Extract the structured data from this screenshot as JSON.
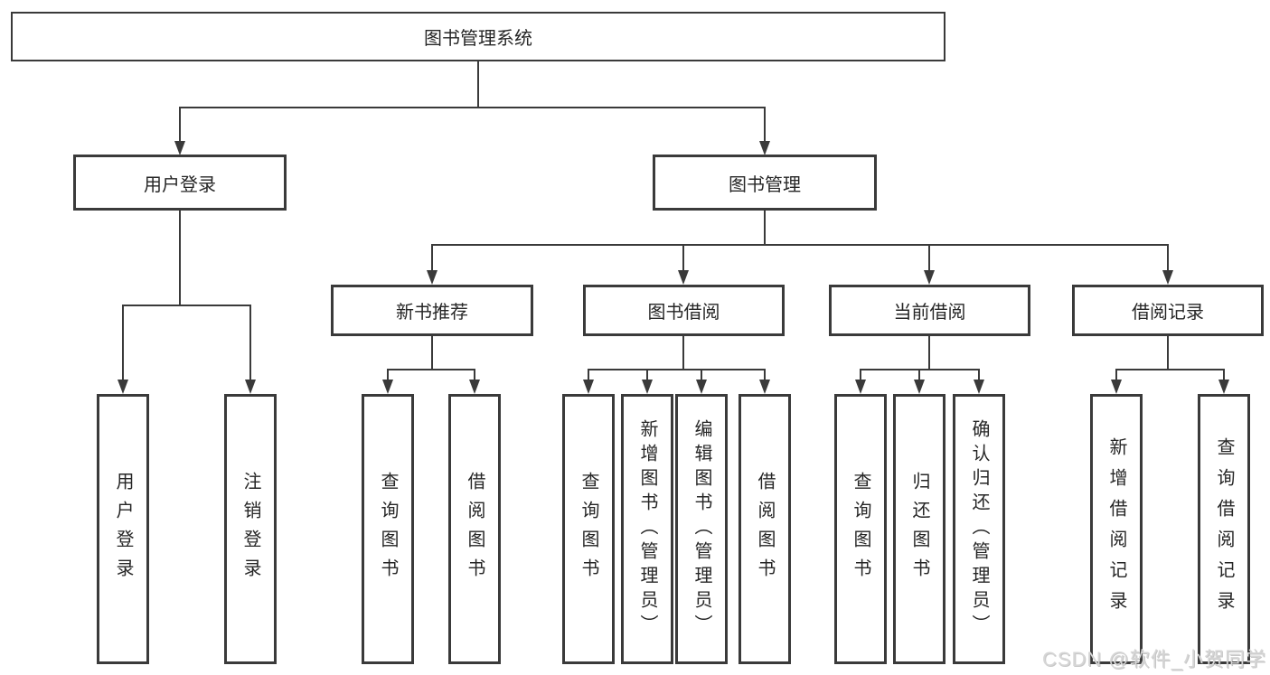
{
  "tree": {
    "label": "图书管理系统",
    "children": [
      {
        "label": "用户登录",
        "children": [
          {
            "label": "用户登录"
          },
          {
            "label": "注销登录"
          }
        ]
      },
      {
        "label": "图书管理",
        "children": [
          {
            "label": "新书推荐",
            "children": [
              {
                "label": "查询图书"
              },
              {
                "label": "借阅图书"
              }
            ]
          },
          {
            "label": "图书借阅",
            "children": [
              {
                "label": "查询图书"
              },
              {
                "label": "新增图书（管理员）"
              },
              {
                "label": "编辑图书（管理员）"
              },
              {
                "label": "借阅图书"
              }
            ]
          },
          {
            "label": "当前借阅",
            "children": [
              {
                "label": "查询图书"
              },
              {
                "label": "归还图书"
              },
              {
                "label": "确认归还（管理员）"
              }
            ]
          },
          {
            "label": "借阅记录",
            "children": [
              {
                "label": "新增借阅记录"
              },
              {
                "label": "查询借阅记录"
              }
            ]
          }
        ]
      }
    ]
  },
  "watermark": "CSDN @软件_小贺同学",
  "colors": {
    "line": "#3a3a3a",
    "text": "#262626",
    "background": "#ffffff",
    "watermark": "#d6d6d6"
  }
}
